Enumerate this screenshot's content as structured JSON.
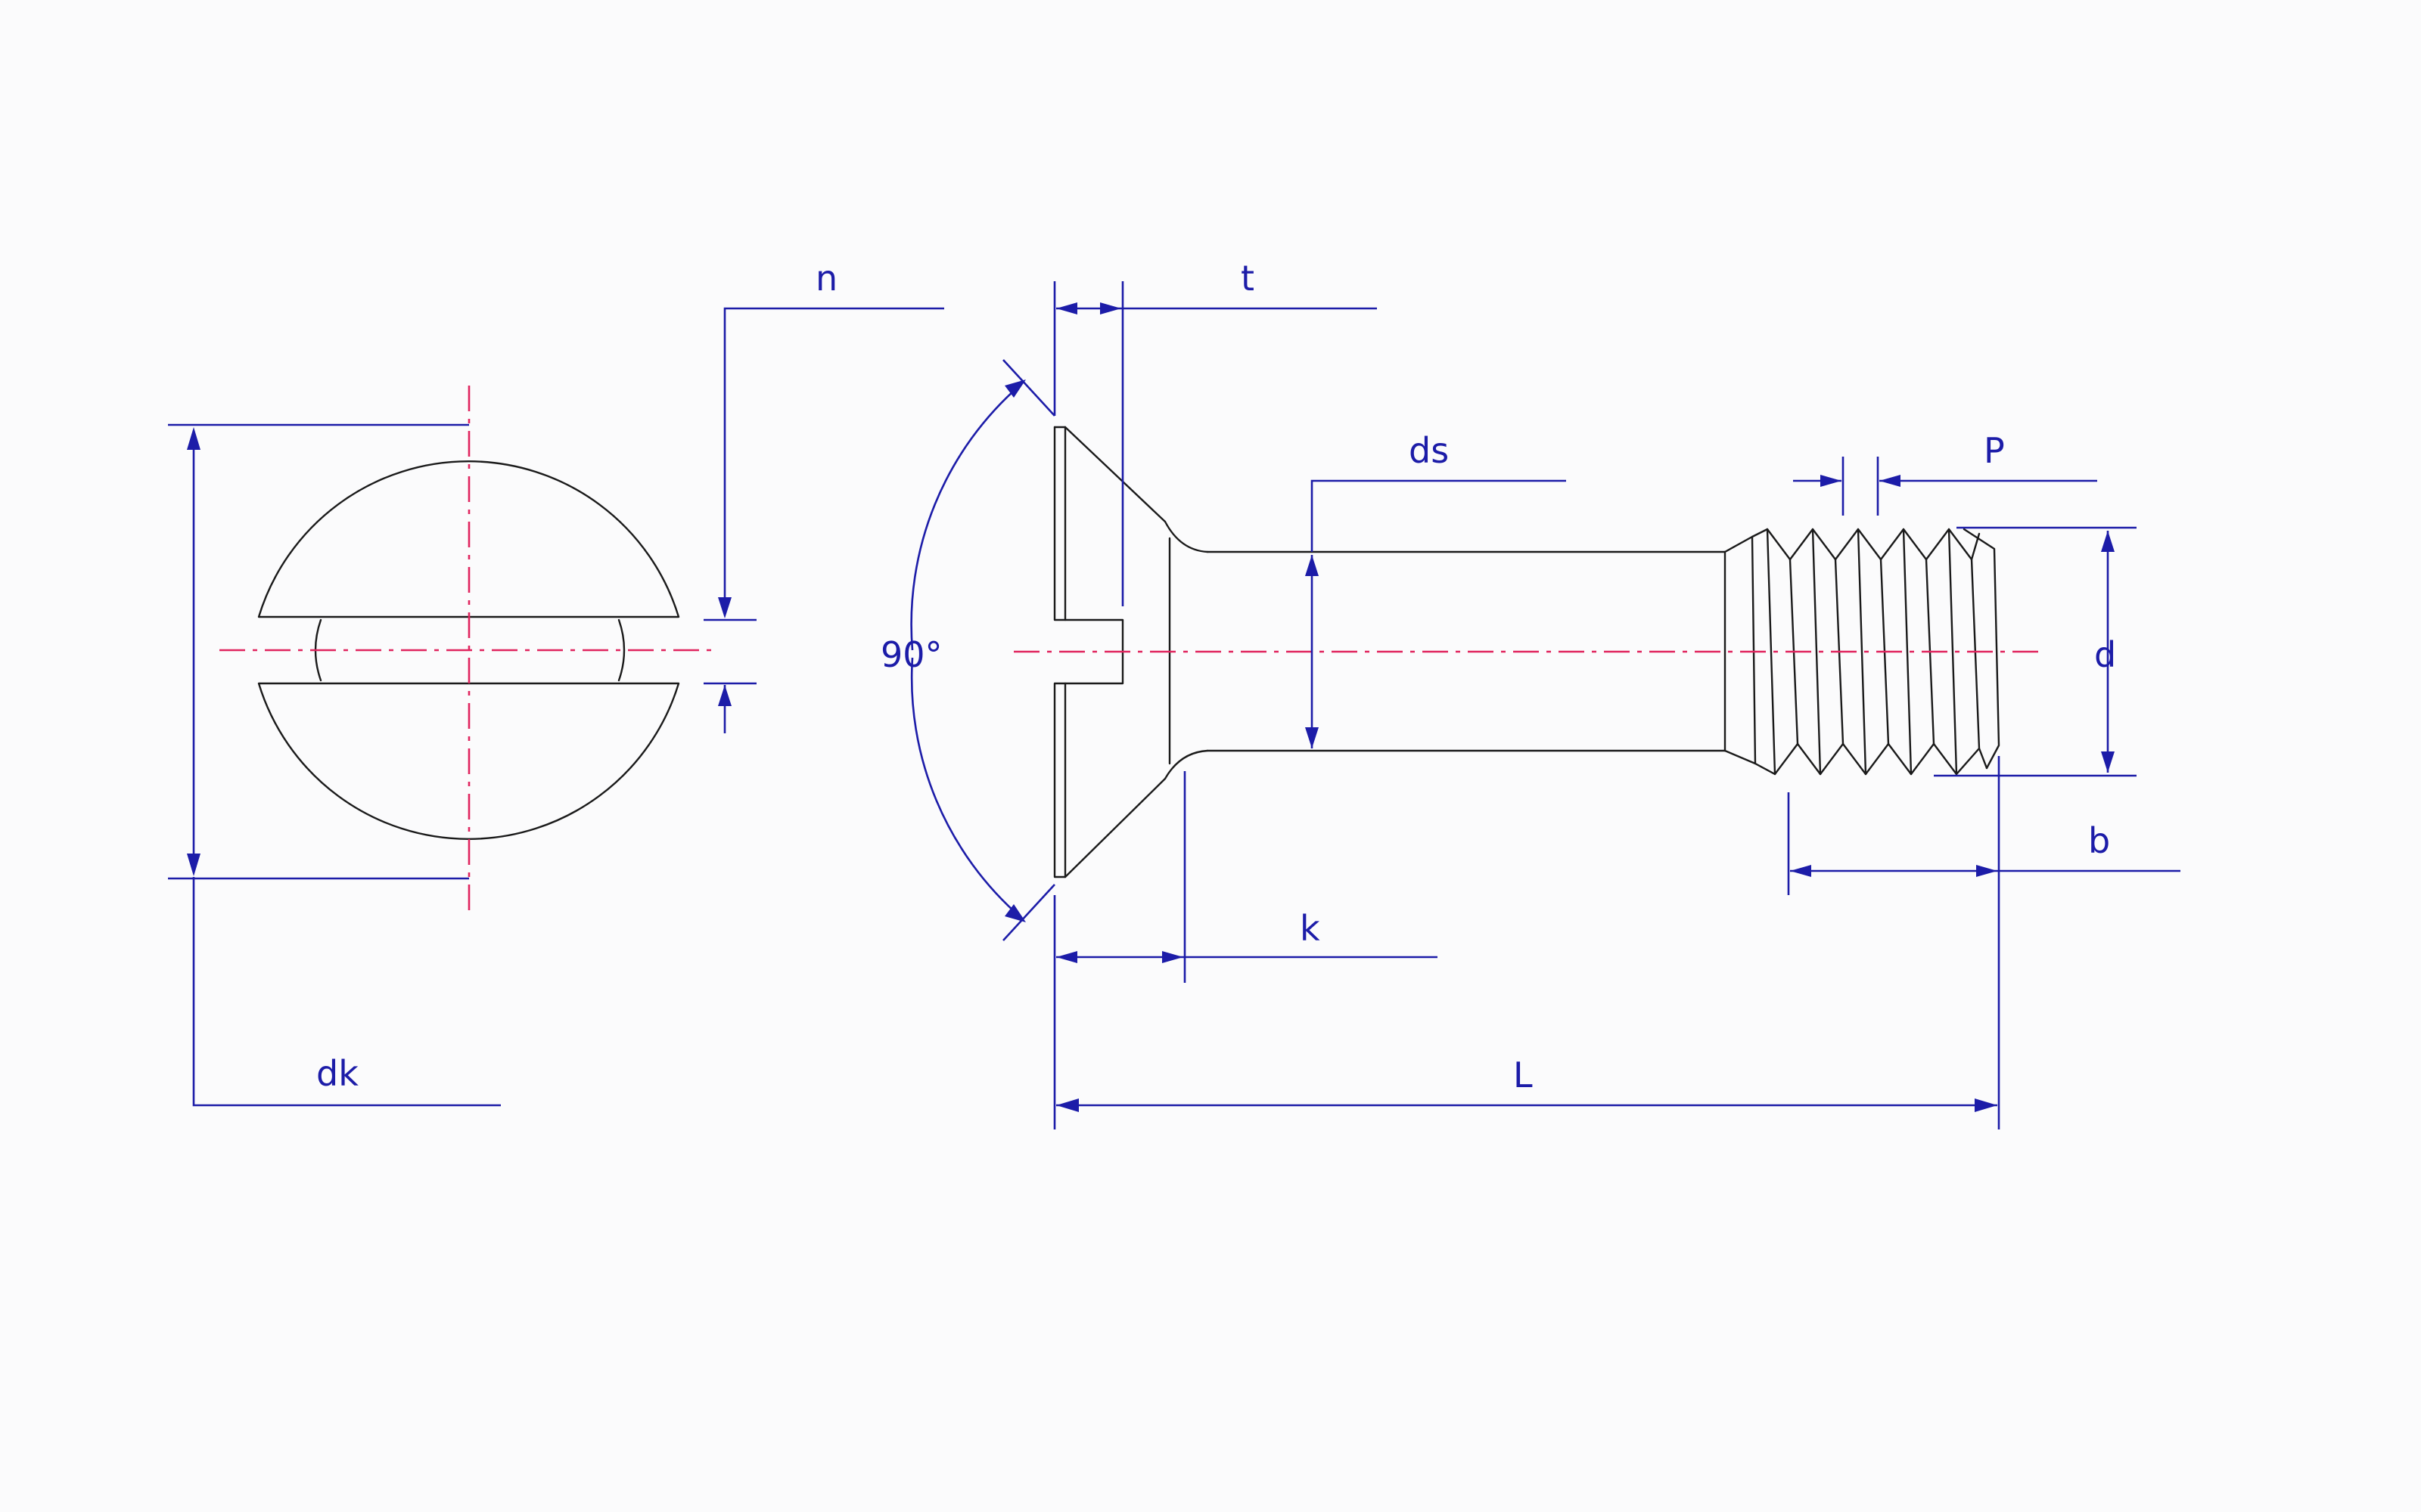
{
  "labels": {
    "n": "n",
    "t": "t",
    "ds": "ds",
    "p": "P",
    "angle": "90°",
    "d": "d",
    "b": "b",
    "k": "k",
    "dk": "dk",
    "l": "L"
  },
  "colors": {
    "part_outline": "#1a1a1a",
    "dimension": "#1c1ca8",
    "center_line": "#e0245e",
    "background": "#fbfbfc"
  }
}
